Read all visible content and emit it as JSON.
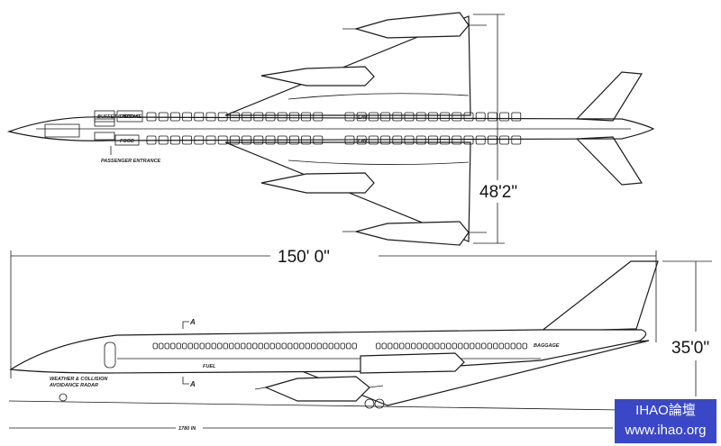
{
  "top_view": {
    "labels": {
      "buffet": "BUFFET",
      "coats": "COATS ETC STOWAGE",
      "food": "FOOD",
      "lav_upper": "LAV",
      "lav_lower": "LAV",
      "entrance": "PASSENGER ENTRANCE"
    },
    "span_dimension": "48'2\""
  },
  "length_dimension": "150' 0\"",
  "side_view": {
    "height_dimension": "35'0\"",
    "section_marker_top": "A",
    "section_marker_bottom": "A",
    "radar_label_1": "WEATHER & COLLISION",
    "radar_label_2": "AVOIDANCE RADAR",
    "fuel_label": "FUEL",
    "baggage_label": "BAGGAGE",
    "ground_length": "1780 IN"
  },
  "watermark": {
    "title": "IHAO論壇",
    "url": "www.ihao.org"
  }
}
